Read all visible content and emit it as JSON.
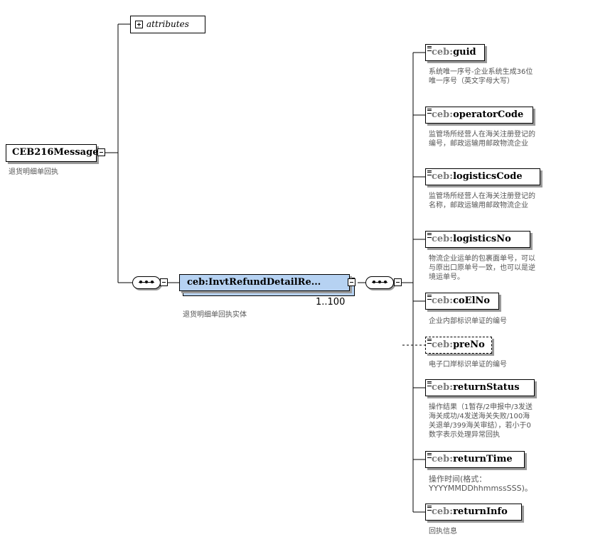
{
  "root": {
    "name": "CEB216Message",
    "desc": "退货明细单回执"
  },
  "attributes_label": "attributes",
  "entity": {
    "name": "ceb:InvtRefundDetailRe...",
    "multiplicity": "1..100",
    "desc": "退货明细单回执实体"
  },
  "children": [
    {
      "ns": "ceb:",
      "name": "guid",
      "desc": "系统唯一序号-企业系统生成36位唯一序号（英文字母大写）",
      "optional": false
    },
    {
      "ns": "ceb:",
      "name": "operatorCode",
      "desc": "监管场所经营人在海关注册登记的编号，邮政运输用邮政物流企业",
      "optional": false
    },
    {
      "ns": "ceb:",
      "name": "logisticsCode",
      "desc": "监管场所经营人在海关注册登记的名称，邮政运输用邮政物流企业",
      "optional": false
    },
    {
      "ns": "ceb:",
      "name": "logisticsNo",
      "desc": "物流企业运单的包裹面单号，可以与原出口原单号一致，也可以是逆境运单号。",
      "optional": false
    },
    {
      "ns": "ceb:",
      "name": "coElNo",
      "desc": "企业内部标识单证的编号",
      "optional": false
    },
    {
      "ns": "ceb:",
      "name": "preNo",
      "desc": "电子口岸标识单证的编号",
      "optional": true
    },
    {
      "ns": "ceb:",
      "name": "returnStatus",
      "desc": "操作结果（1暂存/2申报中/3发送海关成功/4发送海关失败/100海关退单/399海关审结），若小于0数字表示处理异常回执",
      "optional": false
    },
    {
      "ns": "ceb:",
      "name": "returnTime",
      "desc": "操作时间(格式：YYYYMMDDhhmmssSSS)。",
      "optional": false
    },
    {
      "ns": "ceb:",
      "name": "returnInfo",
      "desc": "回执信息",
      "optional": false
    }
  ]
}
